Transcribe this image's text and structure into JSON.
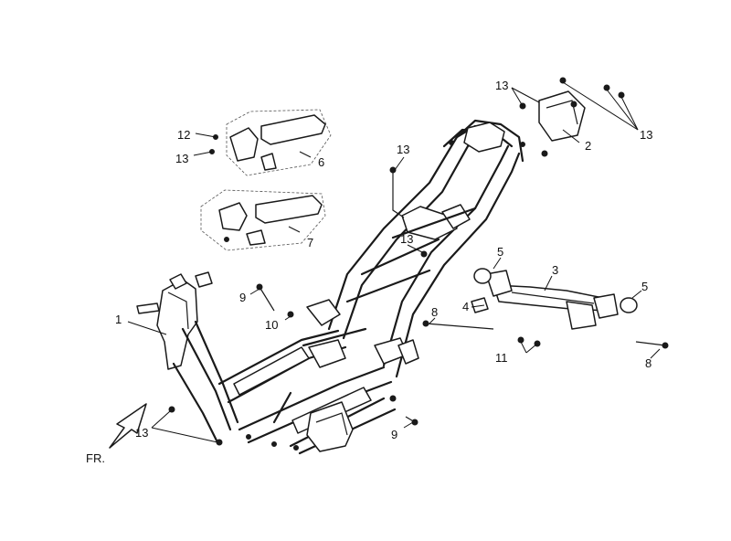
{
  "diagram": {
    "callouts": {
      "c1": "1",
      "c2": "2",
      "c3": "3",
      "c4": "4",
      "c5a": "5",
      "c5b": "5",
      "c6": "6",
      "c7": "7",
      "c8a": "8",
      "c8b": "8",
      "c9a": "9",
      "c9b": "9",
      "c10": "10",
      "c11": "11",
      "c12": "12",
      "c13a": "13",
      "c13b": "13",
      "c13c": "13",
      "c13d": "13",
      "c13e": "13",
      "c13f": "13"
    },
    "direction_label": "FR."
  }
}
